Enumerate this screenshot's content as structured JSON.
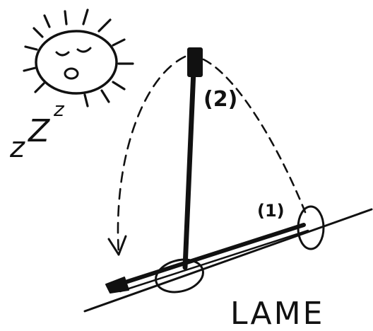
{
  "labels": {
    "position_2": "(2)",
    "position_1": "(1)",
    "blade_caption": "LAME",
    "sleep_z_small": "z",
    "sleep_z_medium": "Z",
    "sleep_z_tiny": "z"
  }
}
